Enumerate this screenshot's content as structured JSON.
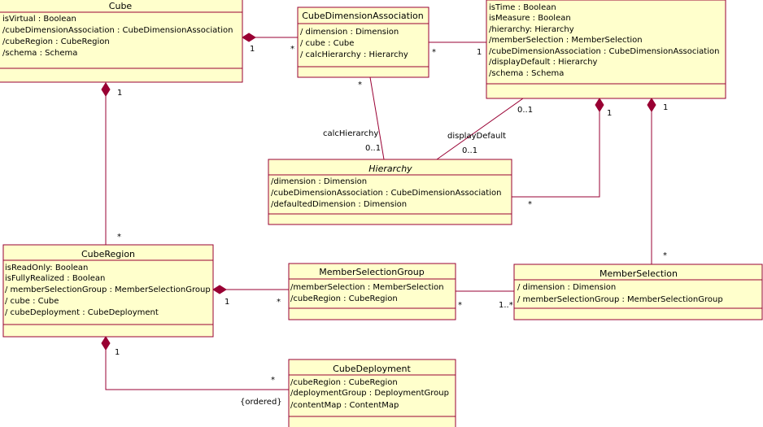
{
  "classes": {
    "cube": {
      "name": "Cube",
      "attributes": [
        "isVirtual : Boolean",
        "/cubeDimensionAssociation : CubeDimensionAssociation",
        "/cubeRegion : CubeRegion",
        "/schema : Schema"
      ]
    },
    "cube_dimension_association": {
      "name": "CubeDimensionAssociation",
      "attributes": [
        "/ dimension : Dimension",
        "/ cube : Cube",
        "/ calcHierarchy : Hierarchy"
      ]
    },
    "dimension": {
      "name": "",
      "attributes": [
        "isTime : Boolean",
        "isMeasure : Boolean",
        "/hierarchy: Hierarchy",
        "/memberSelection : MemberSelection",
        "/cubeDimensionAssociation : CubeDimensionAssociation",
        "/displayDefault : Hierarchy",
        "/schema : Schema"
      ]
    },
    "hierarchy": {
      "name": "Hierarchy",
      "attributes": [
        "/dimension : Dimension",
        "/cubeDimensionAssociation : CubeDimensionAssociation",
        "/defaultedDimension : Dimension"
      ]
    },
    "cube_region": {
      "name": "CubeRegion",
      "attributes": [
        "isReadOnly: Boolean",
        "isFullyRealized : Boolean",
        "/ memberSelectionGroup : MemberSelectionGroup",
        "/ cube : Cube",
        "/ cubeDeployment : CubeDeployment"
      ]
    },
    "member_selection_group": {
      "name": "MemberSelectionGroup",
      "attributes": [
        "/memberSelection : MemberSelection",
        "/cubeRegion : CubeRegion"
      ]
    },
    "member_selection": {
      "name": "MemberSelection",
      "attributes": [
        "/ dimension : Dimension",
        "/ memberSelectionGroup : MemberSelectionGroup"
      ]
    },
    "cube_deployment": {
      "name": "CubeDeployment",
      "attributes": [
        "/cubeRegion : CubeRegion",
        "/deploymentGroup : DeploymentGroup",
        "/contentMap : ContentMap"
      ]
    }
  },
  "labels": {
    "cube_cda_one": "1",
    "cube_cda_many": "*",
    "cda_dim_many": "*",
    "cda_dim_one": "1",
    "cda_hier_many": "*",
    "calc_hierarchy_role": "calcHierarchy",
    "calc_hierarchy_mult": "0..1",
    "dim_display_mult": "0..1",
    "display_default_role": "displayDefault",
    "display_default_mult": "0..1",
    "dim_hier_one": "1",
    "dim_hier_many": "*",
    "dim_ms_one": "1",
    "dim_ms_many": "*",
    "cube_region_one": "1",
    "cube_region_many": "*",
    "cr_msg_one": "1",
    "cr_msg_many": "*",
    "msg_ms_many": "*",
    "msg_ms_range": "1..*",
    "cr_deploy_one": "1",
    "cr_deploy_many": "*",
    "ordered": "{ordered}"
  }
}
